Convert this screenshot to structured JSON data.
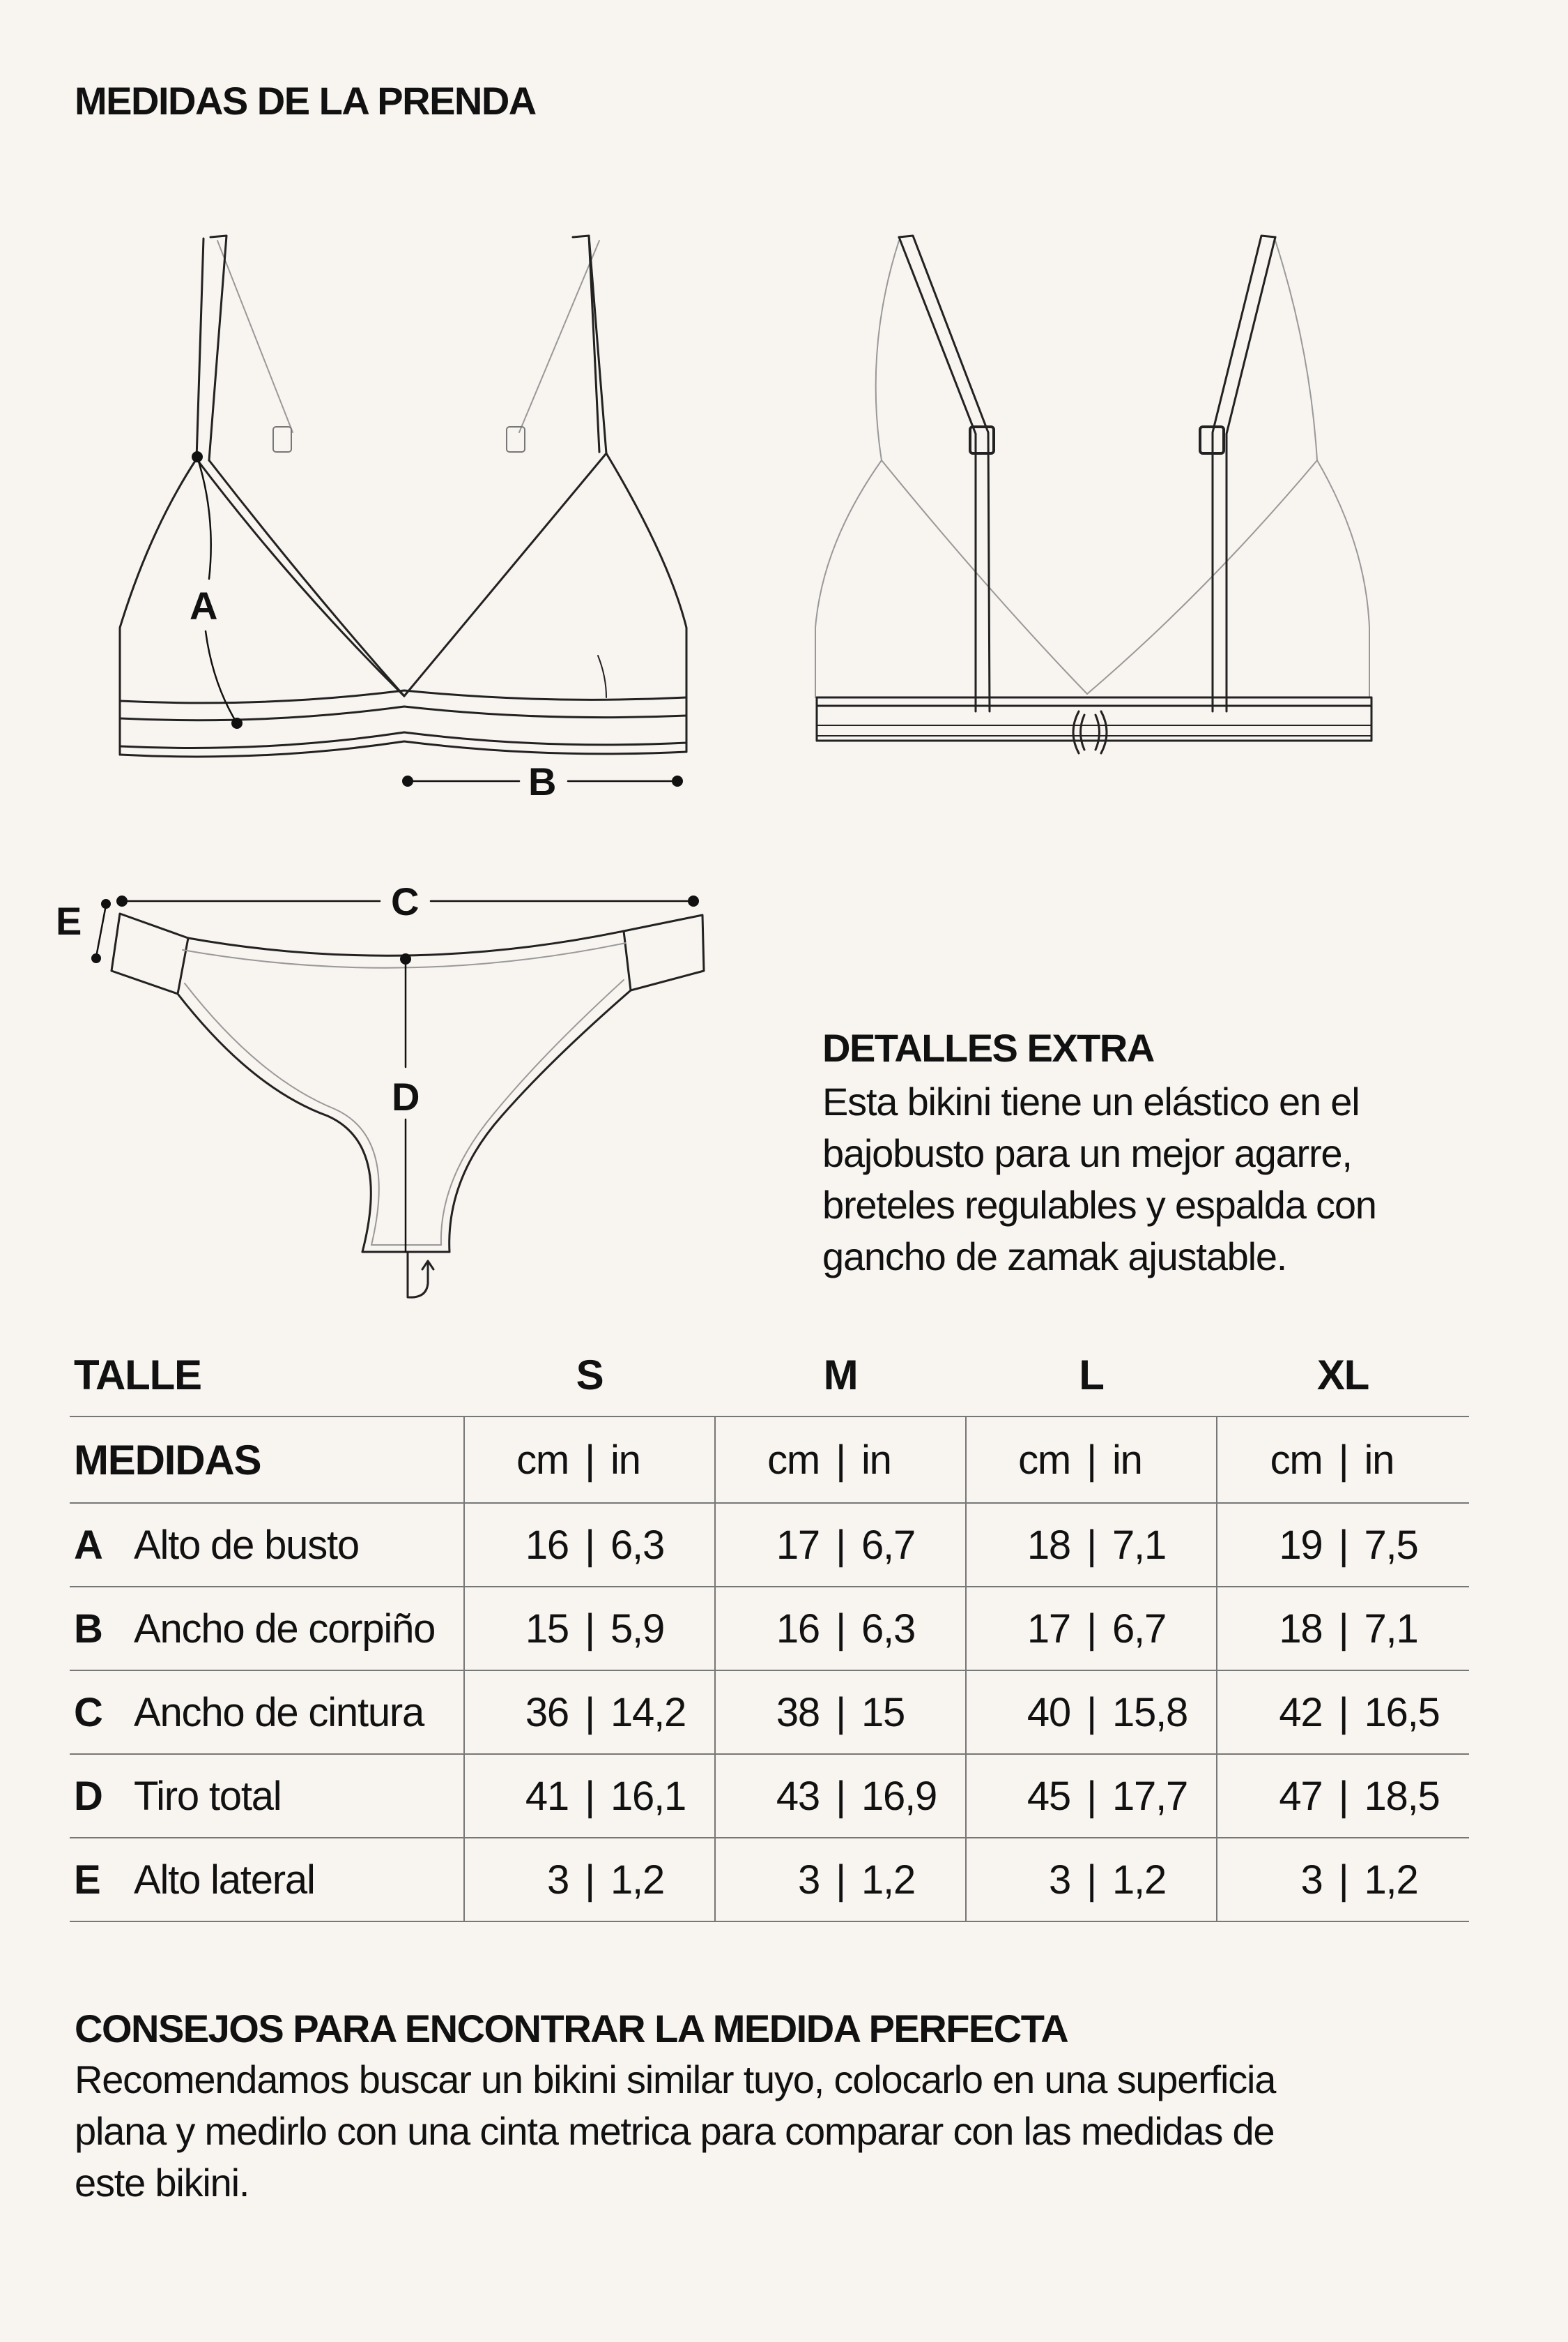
{
  "section_title": "MEDIDAS DE LA PRENDA",
  "diagram_labels": {
    "A": "A",
    "B": "B",
    "C": "C",
    "D": "D",
    "E": "E"
  },
  "extra": {
    "title": "DETALLES EXTRA",
    "lines": [
      "Esta bikini tiene un elástico en el",
      "bajobusto para un mejor agarre,",
      "breteles regulables y espalda con",
      "gancho de zamak ajustable."
    ]
  },
  "table": {
    "header_label": "TALLE",
    "sizes": [
      "S",
      "M",
      "L",
      "XL"
    ],
    "units_label": "MEDIDAS",
    "unit_cm": "cm",
    "unit_in": "in",
    "separator": "|",
    "rows": [
      {
        "letter": "A",
        "name": "Alto de busto",
        "values": [
          [
            "16",
            "6,3"
          ],
          [
            "17",
            "6,7"
          ],
          [
            "18",
            "7,1"
          ],
          [
            "19",
            "7,5"
          ]
        ]
      },
      {
        "letter": "B",
        "name": "Ancho de corpiño",
        "values": [
          [
            "15",
            "5,9"
          ],
          [
            "16",
            "6,3"
          ],
          [
            "17",
            "6,7"
          ],
          [
            "18",
            "7,1"
          ]
        ]
      },
      {
        "letter": "C",
        "name": "Ancho de cintura",
        "values": [
          [
            "36",
            "14,2"
          ],
          [
            "38",
            "15"
          ],
          [
            "40",
            "15,8"
          ],
          [
            "42",
            "16,5"
          ]
        ]
      },
      {
        "letter": "D",
        "name": "Tiro total",
        "values": [
          [
            "41",
            "16,1"
          ],
          [
            "43",
            "16,9"
          ],
          [
            "45",
            "17,7"
          ],
          [
            "47",
            "18,5"
          ]
        ]
      },
      {
        "letter": "E",
        "name": "Alto lateral",
        "values": [
          [
            "3",
            "1,2"
          ],
          [
            "3",
            "1,2"
          ],
          [
            "3",
            "1,2"
          ],
          [
            "3",
            "1,2"
          ]
        ]
      }
    ]
  },
  "tips": {
    "title": "CONSEJOS PARA ENCONTRAR LA MEDIDA PERFECTA",
    "lines": [
      "Recomendamos buscar un bikini similar tuyo, colocarlo en una superficia",
      "plana y medirlo con una cinta metrica para comparar  con las medidas de",
      "este bikini."
    ]
  }
}
